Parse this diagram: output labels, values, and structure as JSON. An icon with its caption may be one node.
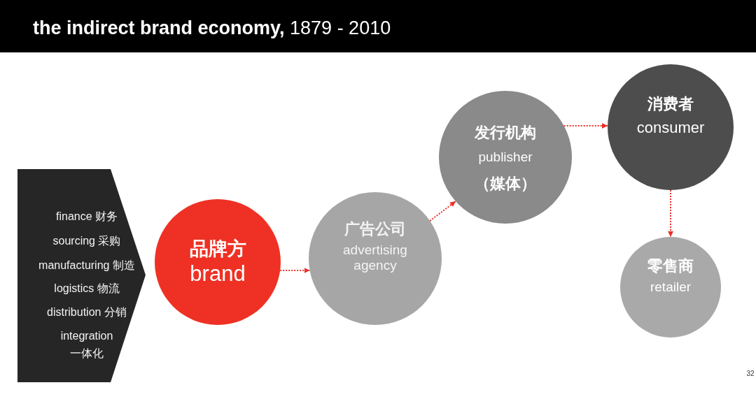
{
  "diagram": {
    "title": "**the indirect brand economy,** 1879 - 2010",
    "nodes": [
      {
        "text": [
          "finance 财务",
          "sourcing 采购",
          "manufacturing 制造",
          "logistics 物流",
          "distribution 分销",
          "integration 一体化"
        ]
      },
      {
        "text": [
          "品牌方",
          "brand"
        ]
      },
      {
        "text": [
          "广告公司",
          "advertising agency"
        ]
      },
      {
        "text": [
          "发行机构",
          "publisher",
          "（媒体）"
        ]
      },
      {
        "text": [
          "消费者",
          "consumer"
        ]
      },
      {
        "text": [
          "零售商",
          "retailer"
        ]
      }
    ],
    "edges": [
      {
        "from": 1,
        "to": 2,
        "arrow": "to"
      },
      {
        "from": 2,
        "to": 3,
        "arrow": "to"
      },
      {
        "from": 3,
        "to": 4,
        "arrow": "to"
      },
      {
        "from": 4,
        "to": 5,
        "arrow": "to"
      }
    ],
    "labels": [
      "32"
    ]
  }
}
